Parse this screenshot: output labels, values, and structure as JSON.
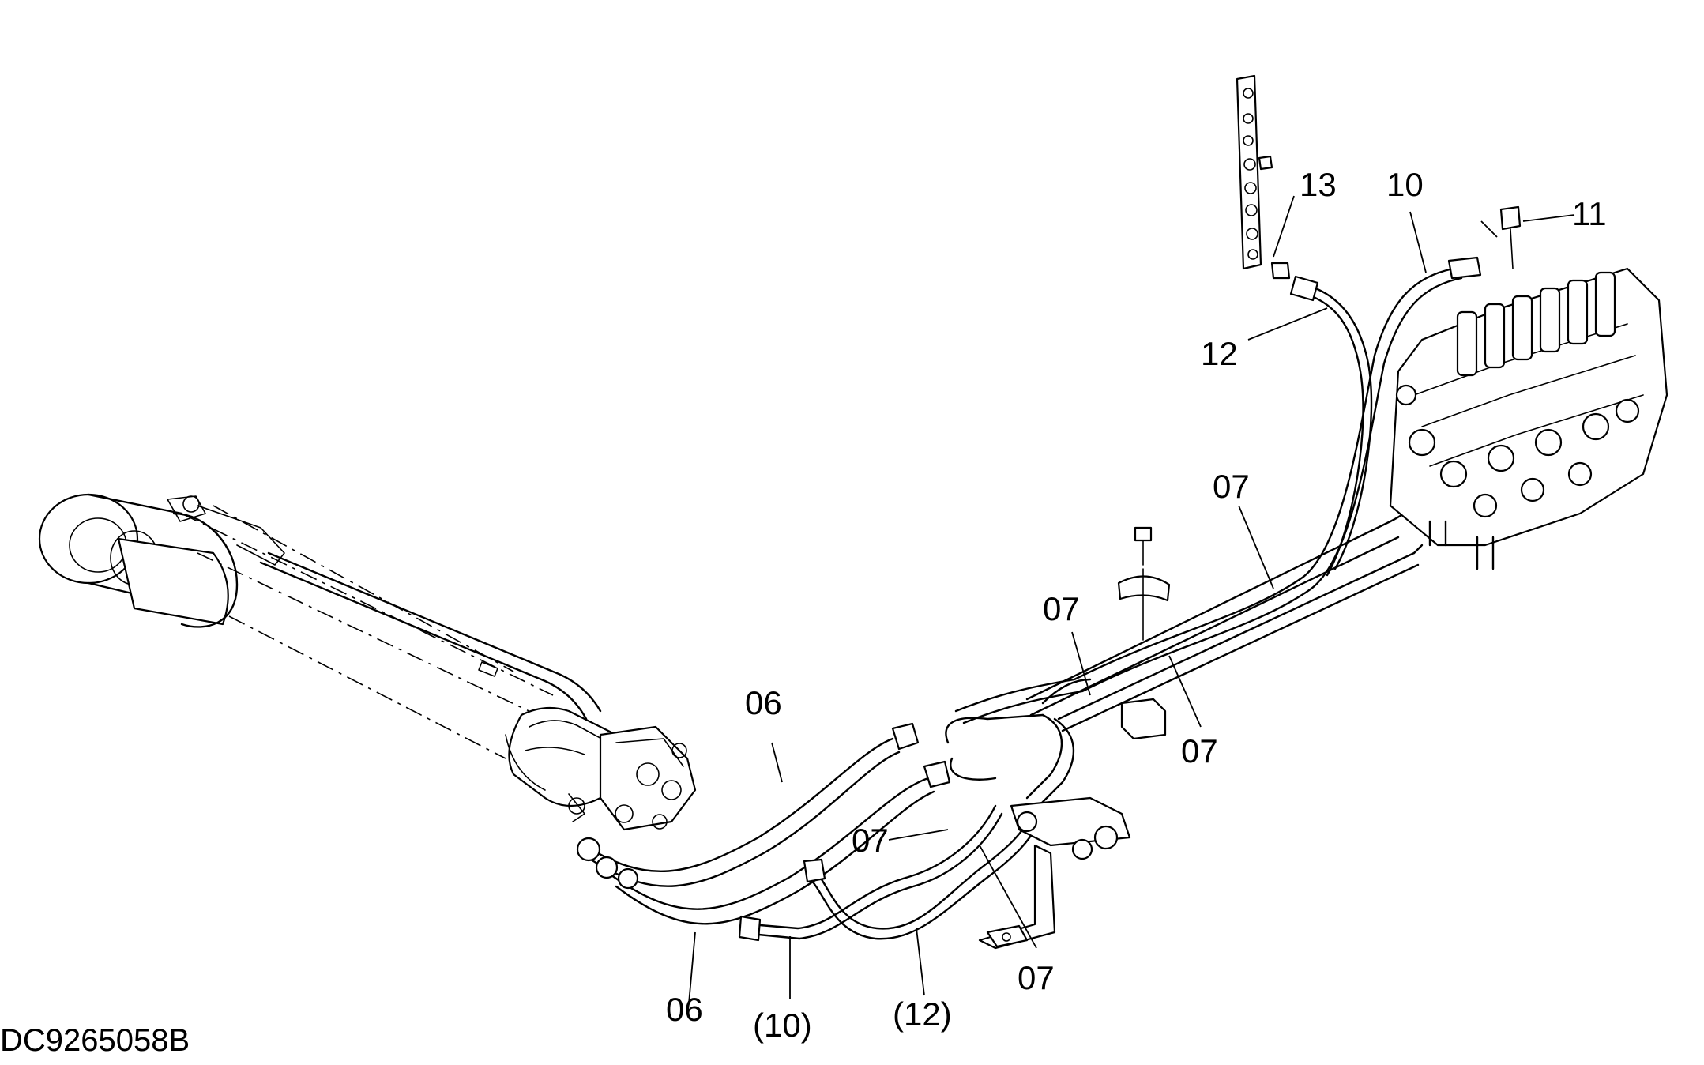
{
  "diagram": {
    "document_id": "DC9265058B",
    "callouts": {
      "c06_top": "06",
      "c06_bottom": "06",
      "c07_a": "07",
      "c07_b": "07",
      "c07_c": "07",
      "c07_d": "07",
      "c07_e": "07",
      "c10_top": "10",
      "c10_bottom": "(10)",
      "c11": "11",
      "c12_top": "12",
      "c12_bottom": "(12)",
      "c13": "13"
    }
  }
}
